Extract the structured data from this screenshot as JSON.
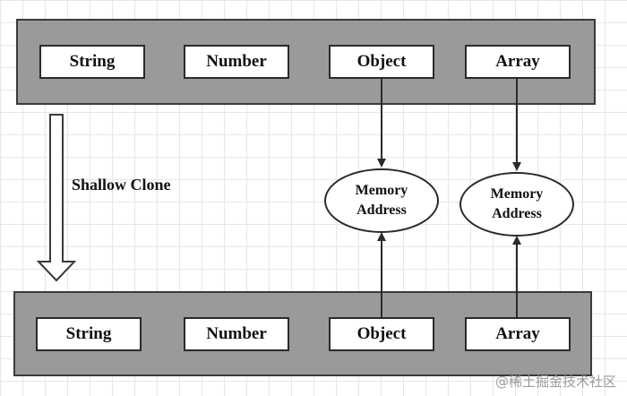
{
  "top_row": {
    "cells": [
      "String",
      "Number",
      "Object",
      "Array"
    ]
  },
  "bottom_row": {
    "cells": [
      "String",
      "Number",
      "Object",
      "Array"
    ]
  },
  "memory_nodes": [
    {
      "line1": "Memory",
      "line2": "Address"
    },
    {
      "line1": "Memory",
      "line2": "Address"
    }
  ],
  "shallow_clone_label": "Shallow Clone",
  "watermark": "@稀土掘金技术社区",
  "colors": {
    "panel_fill": "#9a9a9a",
    "panel_border": "#3a3a3a",
    "grid": "#e6e6e6",
    "line": "#2a2a2a"
  }
}
